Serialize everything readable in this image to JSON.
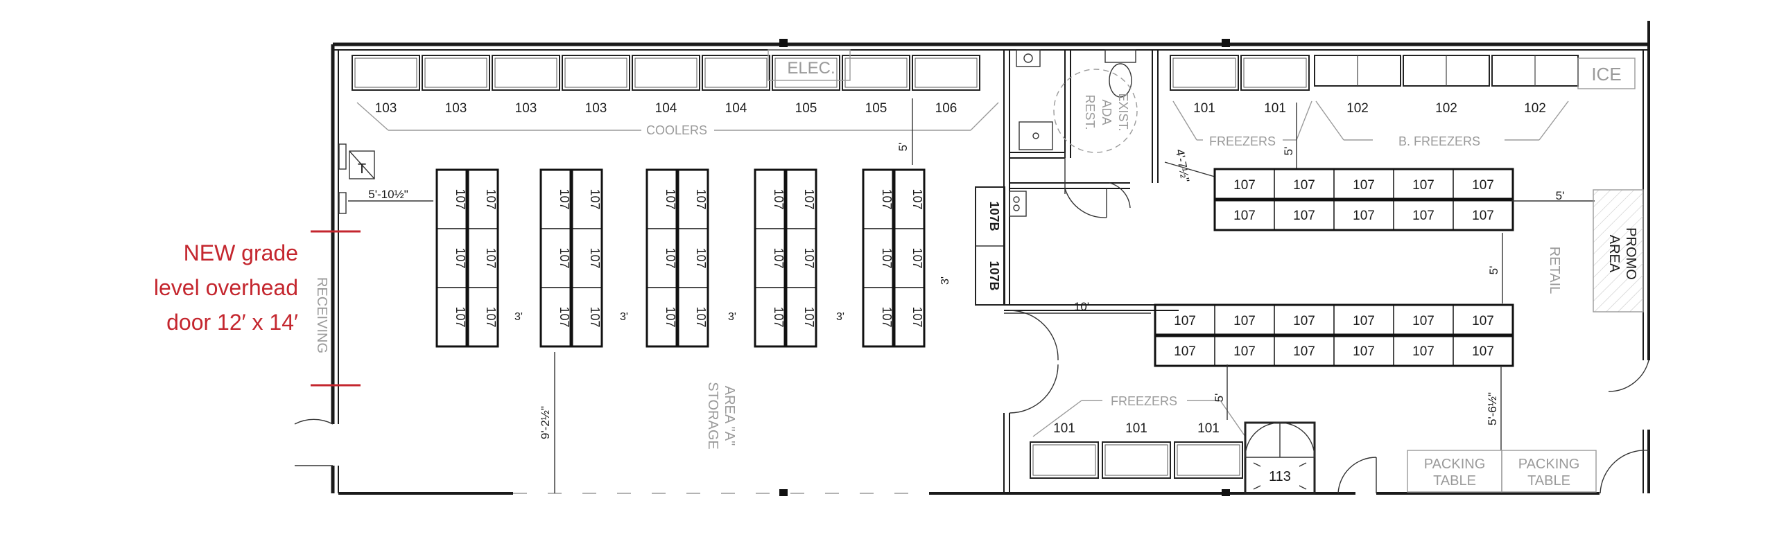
{
  "note": {
    "line1": "NEW grade",
    "line2": "level overhead",
    "line3": "door 12′ x 14′"
  },
  "colors": {
    "accent": "#c4262e",
    "ink": "#1a1a1a",
    "muted": "#9a9a9a"
  },
  "labels": {
    "coolers": "COOLERS",
    "freezers_top": "FREEZERS",
    "b_freezers": "B. FREEZERS",
    "freezers_bottom": "FREEZERS",
    "elec": "ELEC.",
    "ice": "ICE",
    "receiving": "RECEIVING",
    "storage": "STORAGE",
    "storage_area": "AREA \"A\"",
    "retail": "RETAIL",
    "promo1": "PROMO",
    "promo2": "AREA",
    "exist": "EXIST.",
    "ada": "ADA",
    "rest": "REST.",
    "t_box": "T",
    "packing1_a": "PACKING",
    "packing1_b": "TABLE",
    "packing2_a": "PACKING",
    "packing2_b": "TABLE",
    "door113": "113"
  },
  "cooler_units": [
    "103",
    "103",
    "103",
    "103",
    "104",
    "104",
    "105",
    "105",
    "106"
  ],
  "top_freezer_units": [
    "101",
    "101"
  ],
  "b_freezer_units": [
    "102",
    "102",
    "102"
  ],
  "bottom_freezer_units": [
    "101",
    "101",
    "101"
  ],
  "rack_label": "107",
  "rack_107b": [
    "107B",
    "107B"
  ],
  "dims": {
    "d_5_10": "5'-10½\"",
    "d_5_coolers": "5'",
    "d_3_a": "3'",
    "d_3_b": "3'",
    "d_3_c": "3'",
    "d_3_d": "3'",
    "d_3_e": "3'",
    "d_9_2": "9'-2½\"",
    "d_10": "10'",
    "d_4_7": "4'-7½\"",
    "d_5_freezers": "5'",
    "d_5_promo": "5'",
    "d_5_between": "5'",
    "d_5_bottom_freezers": "5'",
    "d_5_6": "5'-6½\""
  }
}
